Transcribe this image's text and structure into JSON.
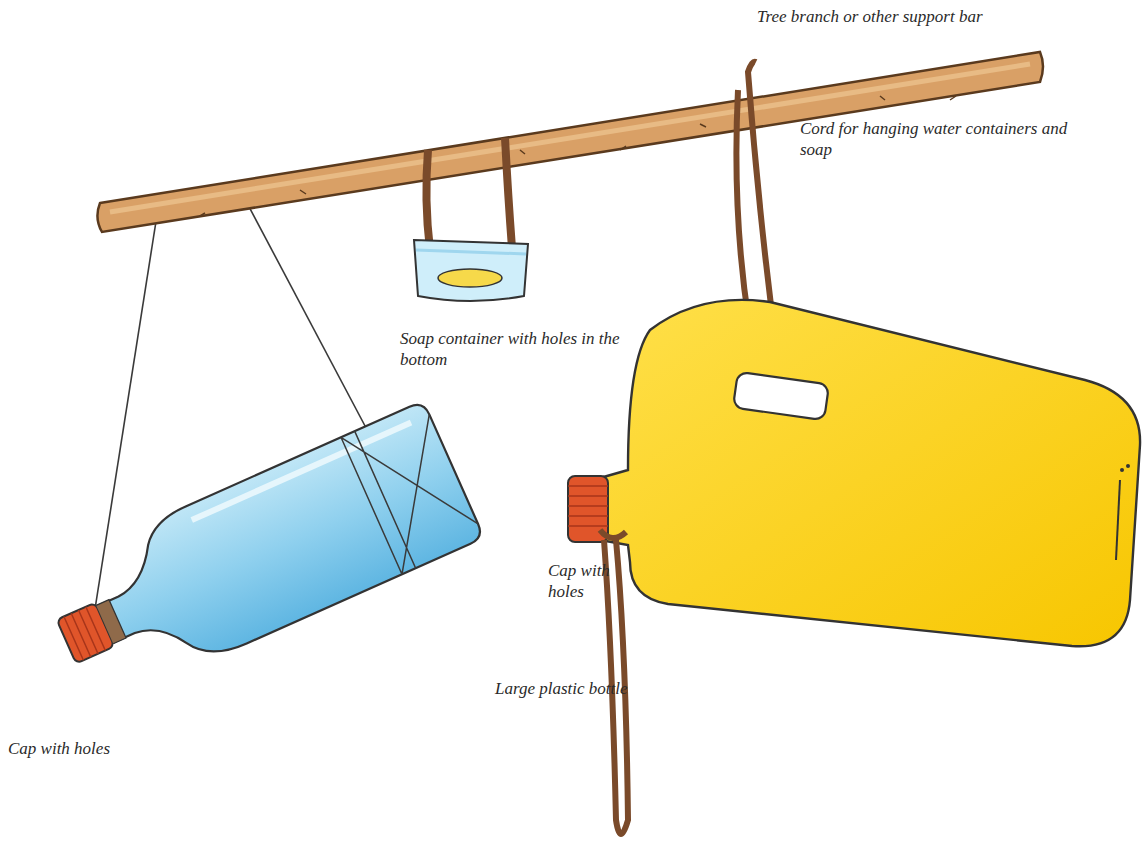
{
  "diagram": {
    "labels": [
      "Tree branch or other support bar",
      "Cord for hanging water containers and soap",
      "Soap container with holes in the bottom",
      "Cap with holes",
      "Large plastic bottle",
      "Cap with holes"
    ]
  }
}
